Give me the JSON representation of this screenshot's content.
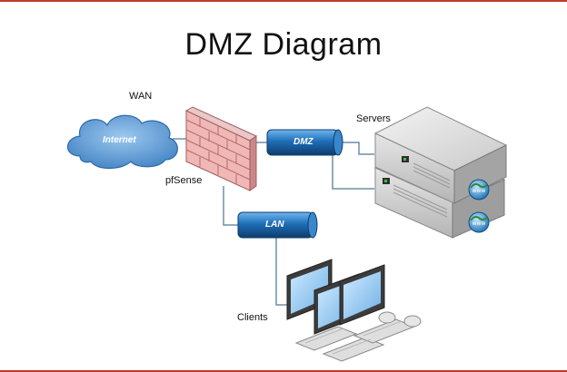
{
  "title": "DMZ Diagram",
  "labels": {
    "wan": "WAN",
    "internet": "Internet",
    "firewall": "pfSense",
    "dmz": "DMZ",
    "lan": "LAN",
    "servers": "Servers",
    "clients": "Clients"
  },
  "colors": {
    "frame": "#c0392b",
    "cloud": "#5a9bd5",
    "pipe": "#1f5f9e",
    "firewall": "#e7a4a4",
    "server": "#d9d9d9",
    "link": "#6f8fa8"
  },
  "icons": [
    "cloud-icon",
    "firewall-icon",
    "server-icon",
    "monitor-icon",
    "keyboard-icon",
    "mouse-icon",
    "globe-icon"
  ]
}
